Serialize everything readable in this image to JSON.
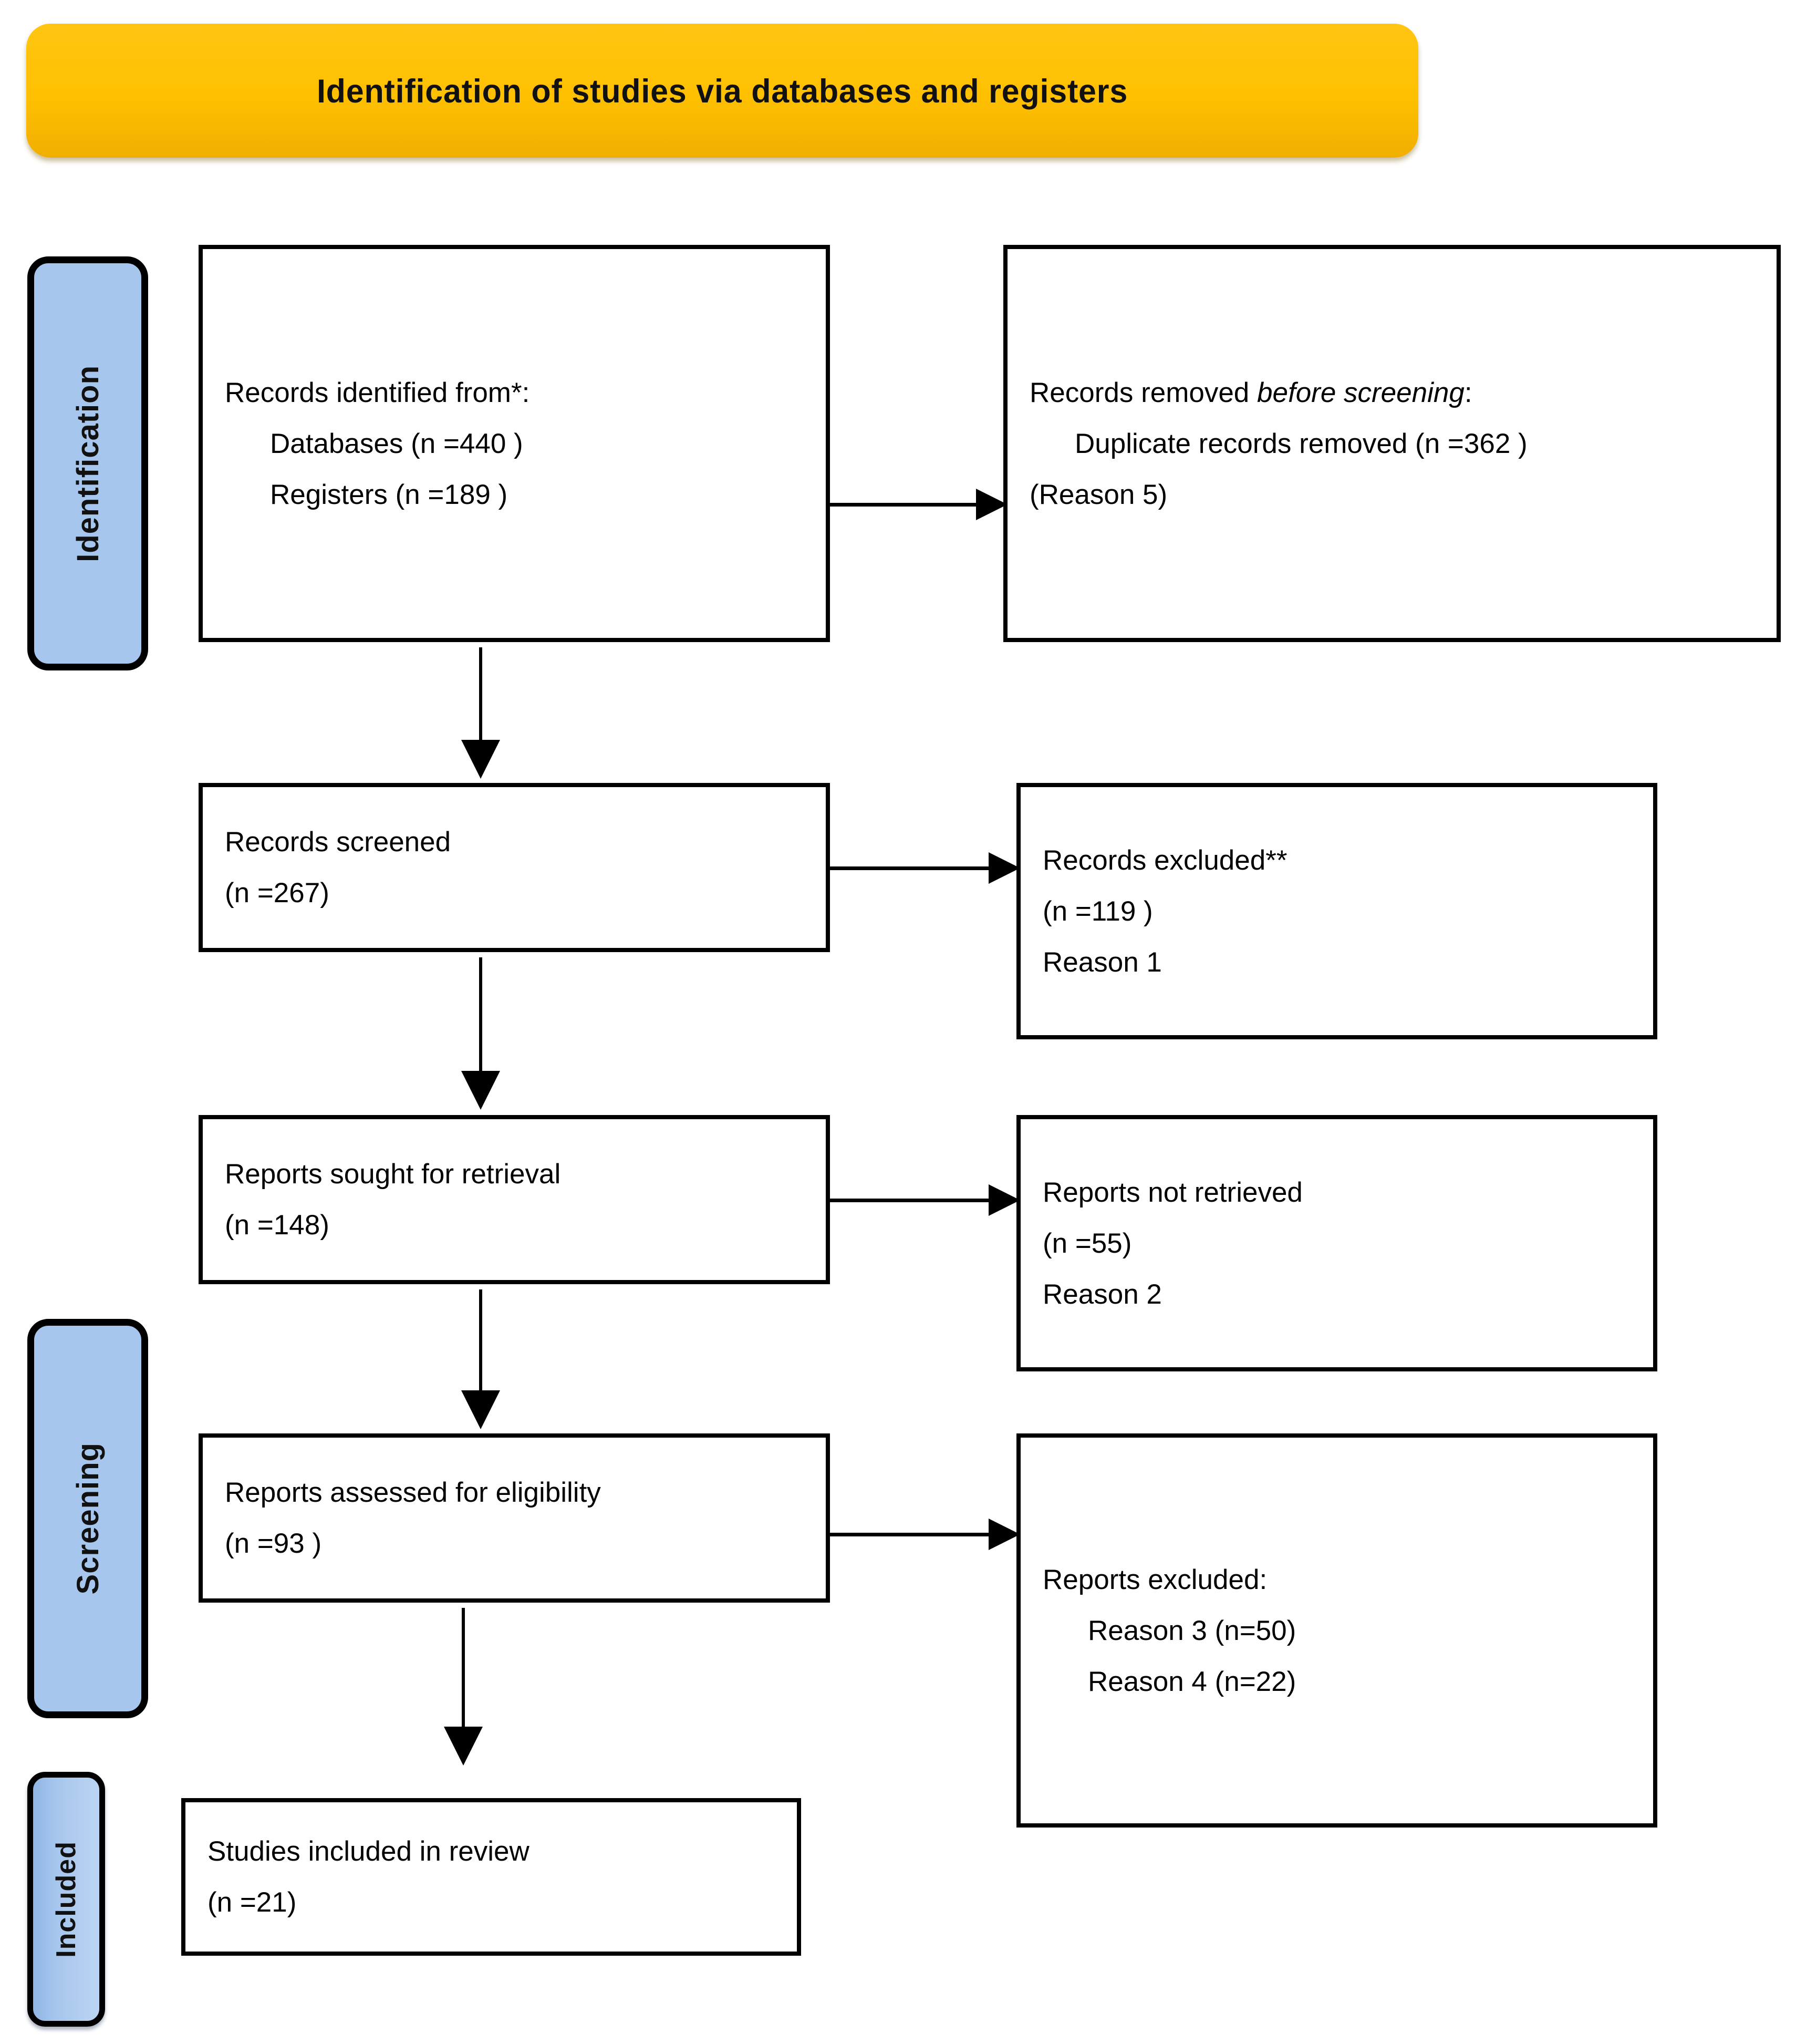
{
  "banner": {
    "title": "Identification of studies via databases and registers",
    "color": "#FFC000"
  },
  "phases": {
    "identification": "Identification",
    "screening": "Screening",
    "included": "Included",
    "color": "#A7C6ED"
  },
  "boxes": {
    "identified": {
      "line1": "Records identified from*:",
      "line2": "Databases (n =440 )",
      "line3": "Registers (n =189 )"
    },
    "removed_before_screening": {
      "line1_prefix": "Records removed ",
      "line1_italic": "before screening",
      "line1_suffix": ":",
      "line2": "Duplicate records removed (n =362 )",
      "line3": "(Reason 5)"
    },
    "screened": {
      "line1": "Records screened",
      "line2": "(n =267)"
    },
    "records_excluded": {
      "line1": "Records excluded**",
      "line2": "(n =119 )",
      "line3": "Reason 1"
    },
    "sought": {
      "line1": "Reports sought for retrieval",
      "line2": "(n =148)"
    },
    "not_retrieved": {
      "line1": "Reports not retrieved",
      "line2": "(n =55)",
      "line3": "Reason 2"
    },
    "assessed": {
      "line1": "Reports assessed for eligibility",
      "line2": "(n =93 )"
    },
    "reports_excluded": {
      "line1": "Reports excluded:",
      "line2": "Reason 3 (n=50)",
      "line3": "Reason 4 (n=22)"
    },
    "studies_included": {
      "line1": "Studies included in review",
      "line2": "(n =21)"
    }
  },
  "chart_data": {
    "type": "diagram",
    "title": "Identification of studies via databases and registers",
    "nodes": [
      {
        "id": "identified",
        "phase": "Identification",
        "label": "Records identified from*",
        "databases": 440,
        "registers": 189
      },
      {
        "id": "removed_before_screening",
        "phase": "Identification",
        "label": "Records removed before screening",
        "duplicates_removed": 362,
        "reason": "Reason 5"
      },
      {
        "id": "screened",
        "phase": "Screening",
        "label": "Records screened",
        "n": 267
      },
      {
        "id": "records_excluded",
        "phase": "Screening",
        "label": "Records excluded**",
        "n": 119,
        "reason": "Reason 1"
      },
      {
        "id": "sought",
        "phase": "Screening",
        "label": "Reports sought for retrieval",
        "n": 148
      },
      {
        "id": "not_retrieved",
        "phase": "Screening",
        "label": "Reports not retrieved",
        "n": 55,
        "reason": "Reason 2"
      },
      {
        "id": "assessed",
        "phase": "Screening",
        "label": "Reports assessed for eligibility",
        "n": 93
      },
      {
        "id": "reports_excluded",
        "phase": "Screening",
        "label": "Reports excluded",
        "reasons": [
          {
            "label": "Reason 3",
            "n": 50
          },
          {
            "label": "Reason 4",
            "n": 22
          }
        ]
      },
      {
        "id": "studies_included",
        "phase": "Included",
        "label": "Studies included in review",
        "n": 21
      }
    ],
    "edges": [
      {
        "from": "identified",
        "to": "removed_before_screening",
        "direction": "right"
      },
      {
        "from": "identified",
        "to": "screened",
        "direction": "down"
      },
      {
        "from": "screened",
        "to": "records_excluded",
        "direction": "right"
      },
      {
        "from": "screened",
        "to": "sought",
        "direction": "down"
      },
      {
        "from": "sought",
        "to": "not_retrieved",
        "direction": "right"
      },
      {
        "from": "sought",
        "to": "assessed",
        "direction": "down"
      },
      {
        "from": "assessed",
        "to": "reports_excluded",
        "direction": "right"
      },
      {
        "from": "assessed",
        "to": "studies_included",
        "direction": "down"
      }
    ]
  }
}
